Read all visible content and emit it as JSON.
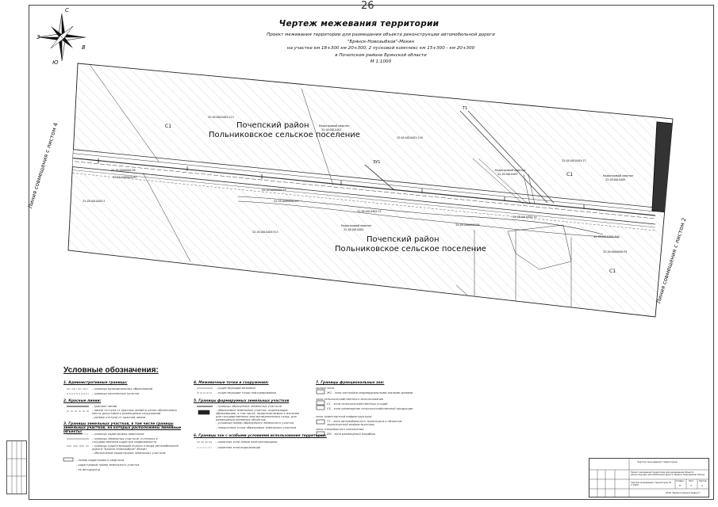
{
  "sheet": {
    "page_number": "26",
    "title": "Чертеж межевания территории",
    "subtitle_lines": [
      "Проект межевания территории для размещения объекта реконструкции автомобильной дороги",
      "\"Брянск-Новозыбков\"-Мокин",
      "на участке км 18+300 км 20+300, 2 пусковой комплекс км 15+300 - км 20+300",
      "в Почепском районе Брянской области",
      "М 1:1000"
    ]
  },
  "compass": {
    "north": "С",
    "south": "Ю",
    "west": "З",
    "east": "В"
  },
  "map": {
    "district_label_1": "Почепский район",
    "settlement_label_1": "Польниковское сельское поселение",
    "district_label_2": "Почепский район",
    "settlement_label_2": "Польниковское сельское поселение",
    "zone_c1_a": "С1",
    "zone_c1_b": "С1",
    "zone_c1_c": "С1",
    "zone_zu1": "ЗУ1",
    "zone_t1": "Т1",
    "match_line_left": "Линия совмещения с листом 4",
    "match_line_right": "Линия совмещения с листом 2",
    "cadastral_quarter_1": "Кадастровый квартал",
    "cadastral_quarter_1_num": "32:18:0010402",
    "cadastral_quarter_2": "Кадастровый квартал",
    "cadastral_quarter_2_num": "32:18:0010405",
    "cadastral_quarter_3": "Кадастровый квартал",
    "cadastral_quarter_3_num": "32:18:0010405",
    "cadastral_quarter_4": "Кадастровый квартал",
    "cadastral_quarter_4_num": "32:18:0010405",
    "parcel_labels": [
      "32:18:0010402:113",
      "32:18:0010402:116",
      "32:18:0000000:58",
      "32:18:0000000:81",
      "32:18:0000000:55",
      "32:18:0000000:53",
      "32:18:0010405:12",
      "32:18:0010402:5",
      "32:18:0010405:313",
      "32:18:0000000:64",
      "32:18:0010405:14",
      "32:18:0010405:17",
      "32:18:0010405:304",
      "32:18:0000000:91"
    ]
  },
  "legend": {
    "title": "Условные обозначения:",
    "sec1_title": "1. Административные границы:",
    "sec1_items": [
      "- границы муниципальных образований",
      "- границы населенных пунктов"
    ],
    "sec2_title": "2. Красные линии:",
    "sec2_items": [
      "- красные линии",
      "- линии отступа от красных линий в целях обозначения места допустимого размещения сооружений",
      "- размер отступа от красной линии"
    ],
    "sec3_title": "3. Границы земельных участков, в том числе границы земельных участков, на которых расположены линейные объекты:",
    "sec3_items": [
      "- границы кадастровых кварталов",
      "- границы земельных участков, учтенных в государственном кадастре недвижимости",
      "- границы существующей полосы отвода автомобильной дороги \"Брянск-Новозыбков\"-Мокин",
      "- обозначение кадастровых земельных участков"
    ],
    "sec3_extra": [
      "- номер кадастрового квартала",
      "- кадастровый номер земельного участка",
      "- пк автодороги"
    ],
    "sec4_title": "4. Межевочные точки и сооружения:",
    "sec4_items": [
      "- существующий межевой",
      "- существующие точки повторирования"
    ],
    "sec5_title": "5. Границы формируемых земельных участков",
    "sec5_items": [
      "- границы образуемых земельных участков",
      "- образуемые земельные участки, подлежащие образованию, в том числе, предполагаемые к изъятию для государственных или муниципальных нужд, для размещения линейных объектов",
      "- условный номер образуемого земельного участка",
      "- поворотные точки образуемых земельных участков"
    ],
    "sec6_title": "6. Границы зон с особыми условиями использования территорий:",
    "sec6_items": [
      "- охранная зона линии электропередачи",
      "- охранная зона водопровода"
    ],
    "sec7_title": "7. Границы функциональных зон:",
    "sec7_items": [
      "Ж1 - зона застройки индивидуальными жилыми домами",
      "С1 - зона сельскохозяйственных угодий",
      "СХ - зона размещения сельскохозяйственной продукции",
      "Т1 - зона автомобильного транспорта и объектов транспортной инфраструктуры",
      "ОН - зона размещения кладбищ"
    ],
    "sec7_subs": [
      "жилые зоны",
      "зоны сельскохозяйственного использования",
      "зоны транспортной инфраструктуры",
      "зоны специального назначения"
    ]
  },
  "stamp": {
    "header": "Чертеж межевания территории",
    "desc": "Проект межевания территории для размещения объекта реконструкции автомобильной дороги \"Брянск-Новозыбков\"-Мокин",
    "sheet_name": "Чертеж межевания территории М 1:1000",
    "org": "ООО \"Брянскпроектинвест\"",
    "col_stage": "Стадия",
    "col_sheet": "Лист",
    "col_sheets": "Листов",
    "stage": "П",
    "sheet": "3",
    "sheets": "4"
  }
}
